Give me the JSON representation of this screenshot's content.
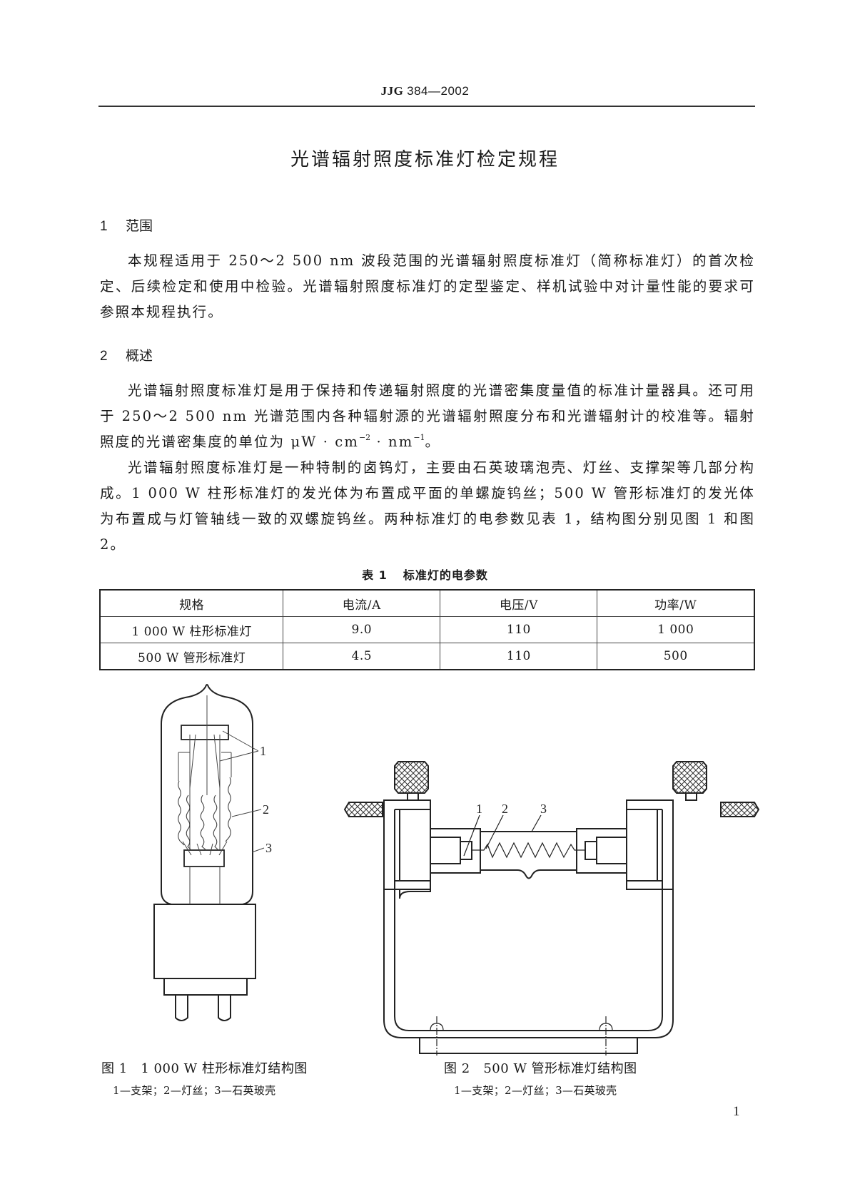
{
  "header": {
    "standard_prefix": "JJG",
    "standard_number": "384—2002"
  },
  "title": "光谱辐射照度标准灯检定规程",
  "sections": [
    {
      "number": "1",
      "heading": "范围",
      "paragraphs": [
        "本规程适用于 250～2 500 nm 波段范围的光谱辐射照度标准灯（简称标准灯）的首次检定、后续检定和使用中检验。光谱辐射照度标准灯的定型鉴定、样机试验中对计量性能的要求可参照本规程执行。"
      ]
    },
    {
      "number": "2",
      "heading": "概述",
      "paragraphs": [
        {
          "text": "光谱辐射照度标准灯是用于保持和传递辐射照度的光谱密集度量值的标准计量器具。还可用于 250～2 500 nm 光谱范围内各种辐射源的光谱辐射照度分布和光谱辐射计的校准等。辐射照度的光谱密集度的单位为 ",
          "unit_base1": "μW · cm",
          "unit_exp1": "−2",
          "unit_base2": " · nm",
          "unit_exp2": "−1",
          "unit_end": "。"
        },
        "光谱辐射照度标准灯是一种特制的卤钨灯，主要由石英玻璃泡壳、灯丝、支撑架等几部分构成。1 000 W 柱形标准灯的发光体为布置成平面的单螺旋钨丝；500 W 管形标准灯的发光体为布置成与灯管轴线一致的双螺旋钨丝。两种标准灯的电参数见表 1，结构图分别见图 1 和图 2。"
      ]
    }
  ],
  "table1": {
    "label": "表 1",
    "caption": "标准灯的电参数",
    "columns": [
      "规格",
      "电流/A",
      "电压/V",
      "功率/W"
    ],
    "rows": [
      [
        "1 000 W 柱形标准灯",
        "9.0",
        "110",
        "1 000"
      ],
      [
        "500 W 管形标准灯",
        "4.5",
        "110",
        "500"
      ]
    ]
  },
  "figures": [
    {
      "label": "图 1",
      "caption": "1 000 W 柱形标准灯结构图",
      "legend": "1—支架；2—灯丝；3—石英玻壳",
      "callouts": [
        "1",
        "2",
        "3"
      ]
    },
    {
      "label": "图 2",
      "caption": "500 W 管形标准灯结构图",
      "legend": "1—支架；2—灯丝；3—石英玻壳",
      "callouts": [
        "1",
        "2",
        "3"
      ]
    }
  ],
  "page_number": "1"
}
